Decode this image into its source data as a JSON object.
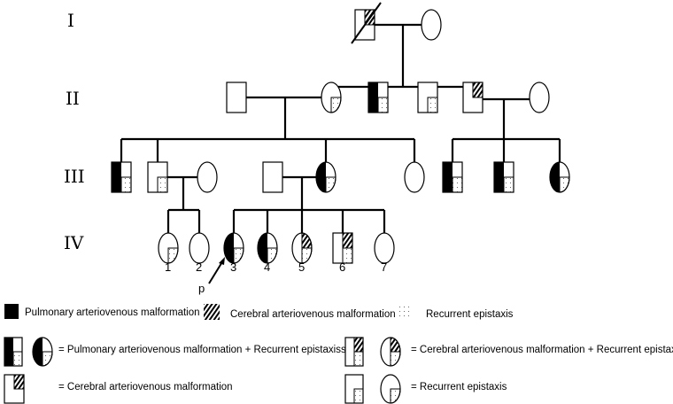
{
  "generations": [
    "I",
    "II",
    "III",
    "IV"
  ],
  "conditions": {
    "pavm": "Pulmonary arteriovenous malformation",
    "cavm": "Cerebral arteriovenous malformation",
    "epistaxis": "Recurrent epistaxis"
  },
  "individuals": [
    {
      "id": "I-1",
      "sex": "M",
      "deceased": true,
      "traits": [
        "cavm"
      ]
    },
    {
      "id": "I-2",
      "sex": "F",
      "traits": []
    },
    {
      "id": "II-sp1",
      "sex": "M",
      "traits": []
    },
    {
      "id": "II-1",
      "sex": "F",
      "traits": [
        "epistaxis"
      ]
    },
    {
      "id": "II-2",
      "sex": "M",
      "traits": [
        "pavm",
        "epistaxis"
      ]
    },
    {
      "id": "II-3",
      "sex": "M",
      "traits": [
        "epistaxis"
      ]
    },
    {
      "id": "II-4",
      "sex": "M",
      "traits": [
        "cavm"
      ]
    },
    {
      "id": "II-sp2",
      "sex": "F",
      "traits": []
    },
    {
      "id": "III-1",
      "sex": "M",
      "traits": [
        "pavm",
        "epistaxis"
      ]
    },
    {
      "id": "III-2",
      "sex": "M",
      "traits": [
        "epistaxis"
      ]
    },
    {
      "id": "III-sp1",
      "sex": "F",
      "traits": []
    },
    {
      "id": "III-sp2",
      "sex": "M",
      "traits": []
    },
    {
      "id": "III-3",
      "sex": "F",
      "traits": [
        "pavm",
        "epistaxis"
      ]
    },
    {
      "id": "III-4",
      "sex": "F",
      "traits": []
    },
    {
      "id": "III-5",
      "sex": "M",
      "traits": [
        "pavm",
        "epistaxis"
      ]
    },
    {
      "id": "III-6",
      "sex": "M",
      "traits": [
        "pavm",
        "epistaxis"
      ]
    },
    {
      "id": "III-7",
      "sex": "F",
      "traits": [
        "pavm",
        "epistaxis"
      ]
    },
    {
      "id": "IV-1",
      "sex": "F",
      "traits": [
        "epistaxis"
      ],
      "label": "1"
    },
    {
      "id": "IV-2",
      "sex": "F",
      "traits": [],
      "label": "2"
    },
    {
      "id": "IV-3",
      "sex": "F",
      "traits": [
        "pavm",
        "epistaxis"
      ],
      "label": "3",
      "proband": true
    },
    {
      "id": "IV-4",
      "sex": "F",
      "traits": [
        "pavm",
        "epistaxis"
      ],
      "label": "4"
    },
    {
      "id": "IV-5",
      "sex": "F",
      "traits": [
        "cavm",
        "epistaxis"
      ],
      "label": "5"
    },
    {
      "id": "IV-6",
      "sex": "M",
      "traits": [
        "cavm",
        "epistaxis"
      ],
      "label": "6"
    },
    {
      "id": "IV-7",
      "sex": "F",
      "traits": [],
      "label": "7"
    }
  ],
  "proband_label": "p",
  "legend": {
    "pavm": "Pulmonary arteriovenous malformation",
    "cavm": "Cerebral arteriovenous malformation",
    "epistaxis": "Recurrent epistaxis",
    "pavm_epistaxis": "= Pulmonary arteriovenous malformation + Recurrent epistaxiss",
    "cavm_epistaxis": "= Cerebral arteriovenous malformation + Recurrent epistaxiss",
    "cavm_only": "= Cerebral arteriovenous malformation",
    "epistaxis_only": "= Recurrent epistaxis"
  }
}
